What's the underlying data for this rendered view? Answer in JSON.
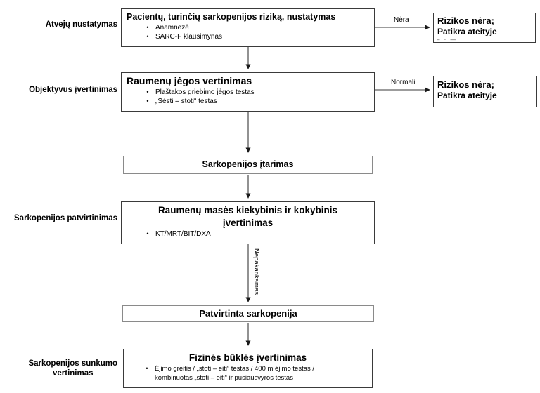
{
  "colors": {
    "background": "#ffffff",
    "text": "#000000",
    "border_dark": "#3a3a3a",
    "border_gray": "#8a8a8a"
  },
  "glyphs": {
    "bullet": "•"
  },
  "side_labels": {
    "case_finding": "Atvejų nustatymas",
    "objective_assessment": "Objektyvus įvertinimas",
    "confirmation": "Sarkopenijos patvirtinimas",
    "severity_line1": "Sarkopenijos sunkumo",
    "severity_line2": "vertinimas"
  },
  "boxes": {
    "screening": {
      "title": "Pacientų, turinčių sarkopenijos riziką, nustatymas",
      "bullets": [
        "Anamnezė",
        "SARC-F klausimynas"
      ]
    },
    "strength": {
      "title": "Raumenų jėgos vertinimas",
      "bullets": [
        "Plaštakos griebimo jėgos testas",
        "„Sėsti – stoti“ testas"
      ]
    },
    "suspicion": {
      "title": "Sarkopenijos įtarimas"
    },
    "mass": {
      "title_line1": "Raumenų masės kiekybinis ir kokybinis",
      "title_line2": "įvertinimas",
      "bullets": [
        "KT/MRT/BIT/DXA"
      ]
    },
    "confirmed": {
      "title": "Patvirtinta sarkopenija"
    },
    "physical": {
      "title": "Fizinės būklės įvertinimas",
      "bullet_line1": "Ėjimo greitis / „stoti – eiti“ testas / 400 m ėjimo testas /",
      "bullet_line2": "kombinuotas „stoti – eiti“ ir pusiausvyros testas"
    },
    "no_risk_top": {
      "line1": "Rizikos nėra;",
      "line2": "Patikra ateityje",
      "clipped_marks": "– ·   —       ‥"
    },
    "no_risk_mid": {
      "line1": "Rizikos nėra;",
      "line2": "Patikra ateityje"
    }
  },
  "arrow_labels": {
    "nera": "Nėra",
    "normali": "Normali",
    "nepakankamas": "Nepakankamas"
  }
}
